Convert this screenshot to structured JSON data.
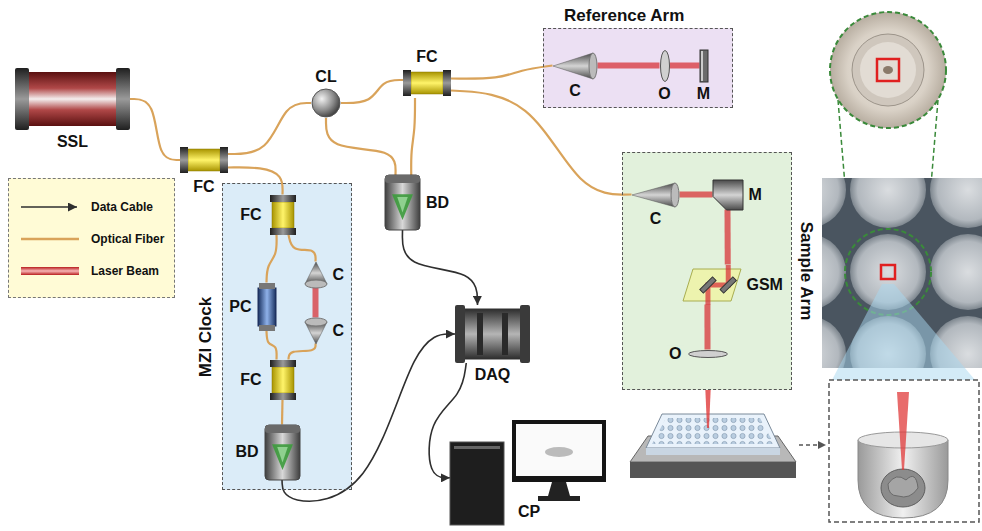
{
  "diagram": {
    "nodes": [
      {
        "text": [
          "SSL"
        ]
      },
      {
        "text": [
          "FC"
        ]
      },
      {
        "text": [
          "CL"
        ]
      },
      {
        "text": [
          "FC"
        ]
      },
      {
        "text": [
          "Reference Arm"
        ]
      },
      {
        "text": [
          "C"
        ],
        "in": 4
      },
      {
        "text": [
          "O"
        ],
        "in": 4
      },
      {
        "text": [
          "M"
        ],
        "in": 4
      },
      {
        "text": [
          "BD"
        ]
      },
      {
        "text": [
          "Sample Arm"
        ]
      },
      {
        "text": [
          "C"
        ],
        "in": 9
      },
      {
        "text": [
          "M"
        ],
        "in": 9
      },
      {
        "text": [
          "GSM"
        ],
        "in": 9
      },
      {
        "text": [
          "O"
        ],
        "in": 9
      },
      {
        "text": [
          "MZI Clock"
        ]
      },
      {
        "text": [
          "FC"
        ],
        "in": 14
      },
      {
        "text": [
          "PC"
        ],
        "in": 14
      },
      {
        "text": [
          "C"
        ],
        "in": 14
      },
      {
        "text": [
          "C"
        ],
        "in": 14
      },
      {
        "text": [
          "FC"
        ],
        "in": 14
      },
      {
        "text": [
          "BD"
        ],
        "in": 14
      },
      {
        "text": [
          "DAQ"
        ]
      },
      {
        "text": [
          "CP"
        ]
      }
    ],
    "edges": [
      {
        "from": 0,
        "to": 1,
        "arrow": "none"
      },
      {
        "from": 1,
        "to": 2,
        "arrow": "none"
      },
      {
        "from": 1,
        "to": 15,
        "arrow": "none"
      },
      {
        "from": 2,
        "to": 3,
        "arrow": "none"
      },
      {
        "from": 2,
        "to": 8,
        "arrow": "none"
      },
      {
        "from": 3,
        "to": 8,
        "arrow": "none"
      },
      {
        "from": 3,
        "to": 5,
        "arrow": "none"
      },
      {
        "from": 3,
        "to": 10,
        "arrow": "none"
      },
      {
        "from": 5,
        "to": 6,
        "arrow": "none"
      },
      {
        "from": 6,
        "to": 7,
        "arrow": "none"
      },
      {
        "from": 10,
        "to": 11,
        "arrow": "none"
      },
      {
        "from": 11,
        "to": 12,
        "arrow": "none"
      },
      {
        "from": 12,
        "to": 13,
        "arrow": "none"
      },
      {
        "from": 15,
        "to": 16,
        "arrow": "none"
      },
      {
        "from": 15,
        "to": 17,
        "arrow": "none"
      },
      {
        "from": 17,
        "to": 18,
        "arrow": "none"
      },
      {
        "from": 16,
        "to": 19,
        "arrow": "none"
      },
      {
        "from": 18,
        "to": 19,
        "arrow": "none"
      },
      {
        "from": 19,
        "to": 20,
        "arrow": "none"
      },
      {
        "from": 20,
        "to": 21,
        "arrow": "to"
      },
      {
        "from": 8,
        "to": 21,
        "arrow": "to"
      },
      {
        "from": 21,
        "to": 22,
        "arrow": "to"
      }
    ],
    "legend": [
      {
        "text": "Data Cable"
      },
      {
        "text": "Optical Fiber"
      },
      {
        "text": "Laser Beam"
      }
    ]
  }
}
